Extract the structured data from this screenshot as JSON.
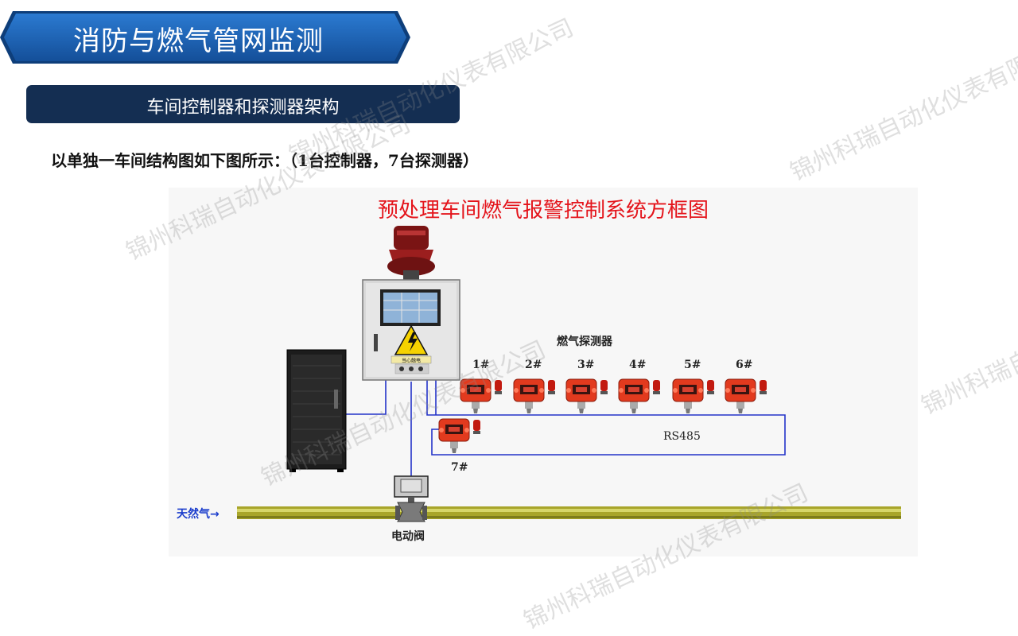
{
  "page": {
    "title": "消防与燃气管网监测",
    "section": "车间控制器和探测器架构",
    "intro": "以单独一车间结构图如下图所示：（1台控制器，7台探测器）"
  },
  "diagram": {
    "title": "预处理车间燃气报警控制系统方框图",
    "detector_group_label": "燃气探测器",
    "detectors": [
      "1#",
      "2#",
      "3#",
      "4#",
      "5#",
      "6#",
      "7#"
    ],
    "bus_label": "RS485",
    "pipe_label": "天然气→",
    "valve_label": "电动阀",
    "warning_sign_text": "当心触电"
  },
  "watermark": "锦州科瑞自动化仪表有限公司",
  "colors": {
    "title_banner": "#1a63b5",
    "subtitle_bar": "#142e52",
    "diagram_title": "#e4141b",
    "wire": "#2333c8",
    "pipe": "#b5b636",
    "detector": "#e23a1e"
  }
}
